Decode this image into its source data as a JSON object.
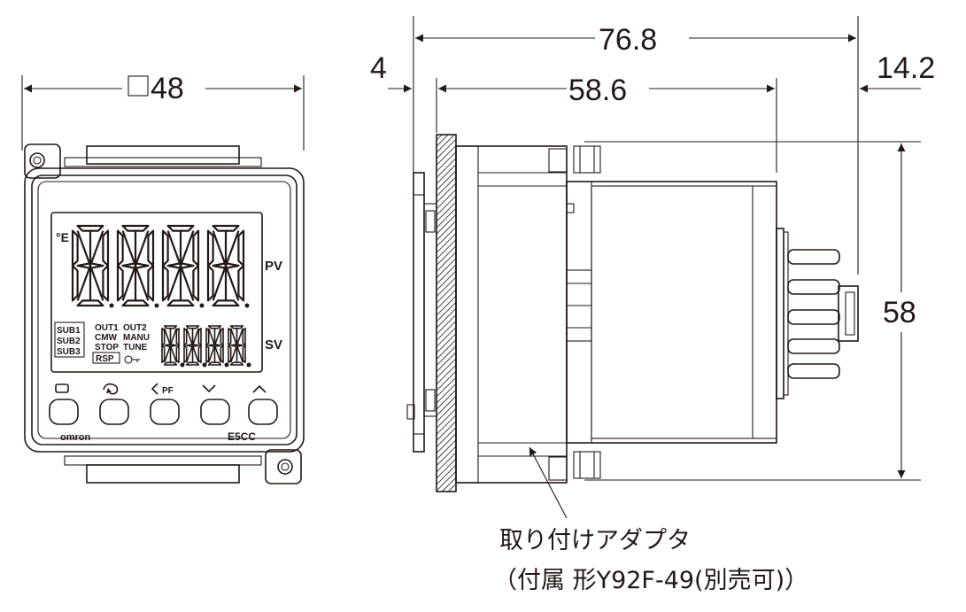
{
  "front_view": {
    "width_dim": "48",
    "square_symbol": "□",
    "label_pv": "PV",
    "label_sv": "SV",
    "brand": "omron",
    "model": "E5CC",
    "sub_labels": [
      "SUB1",
      "SUB2",
      "SUB3"
    ],
    "status_labels_col1": [
      "OUT1",
      "CMW",
      "STOP",
      "RSP"
    ],
    "status_labels_col2": [
      "OUT2",
      "MANU",
      "TUNE"
    ],
    "buttons": [
      "level-key",
      "mode-key",
      "pf-key",
      "down-key",
      "up-key"
    ]
  },
  "side_view": {
    "dim_total": "76.8",
    "dim_panel": "4",
    "dim_depth": "58.6",
    "dim_terminal": "14.2",
    "dim_height": "58"
  },
  "callout": {
    "line1": "取り付けアダプタ",
    "line2": "（付属 形Y92F-49(別売可)）"
  },
  "colors": {
    "ink": "#231815",
    "background": "#ffffff"
  }
}
